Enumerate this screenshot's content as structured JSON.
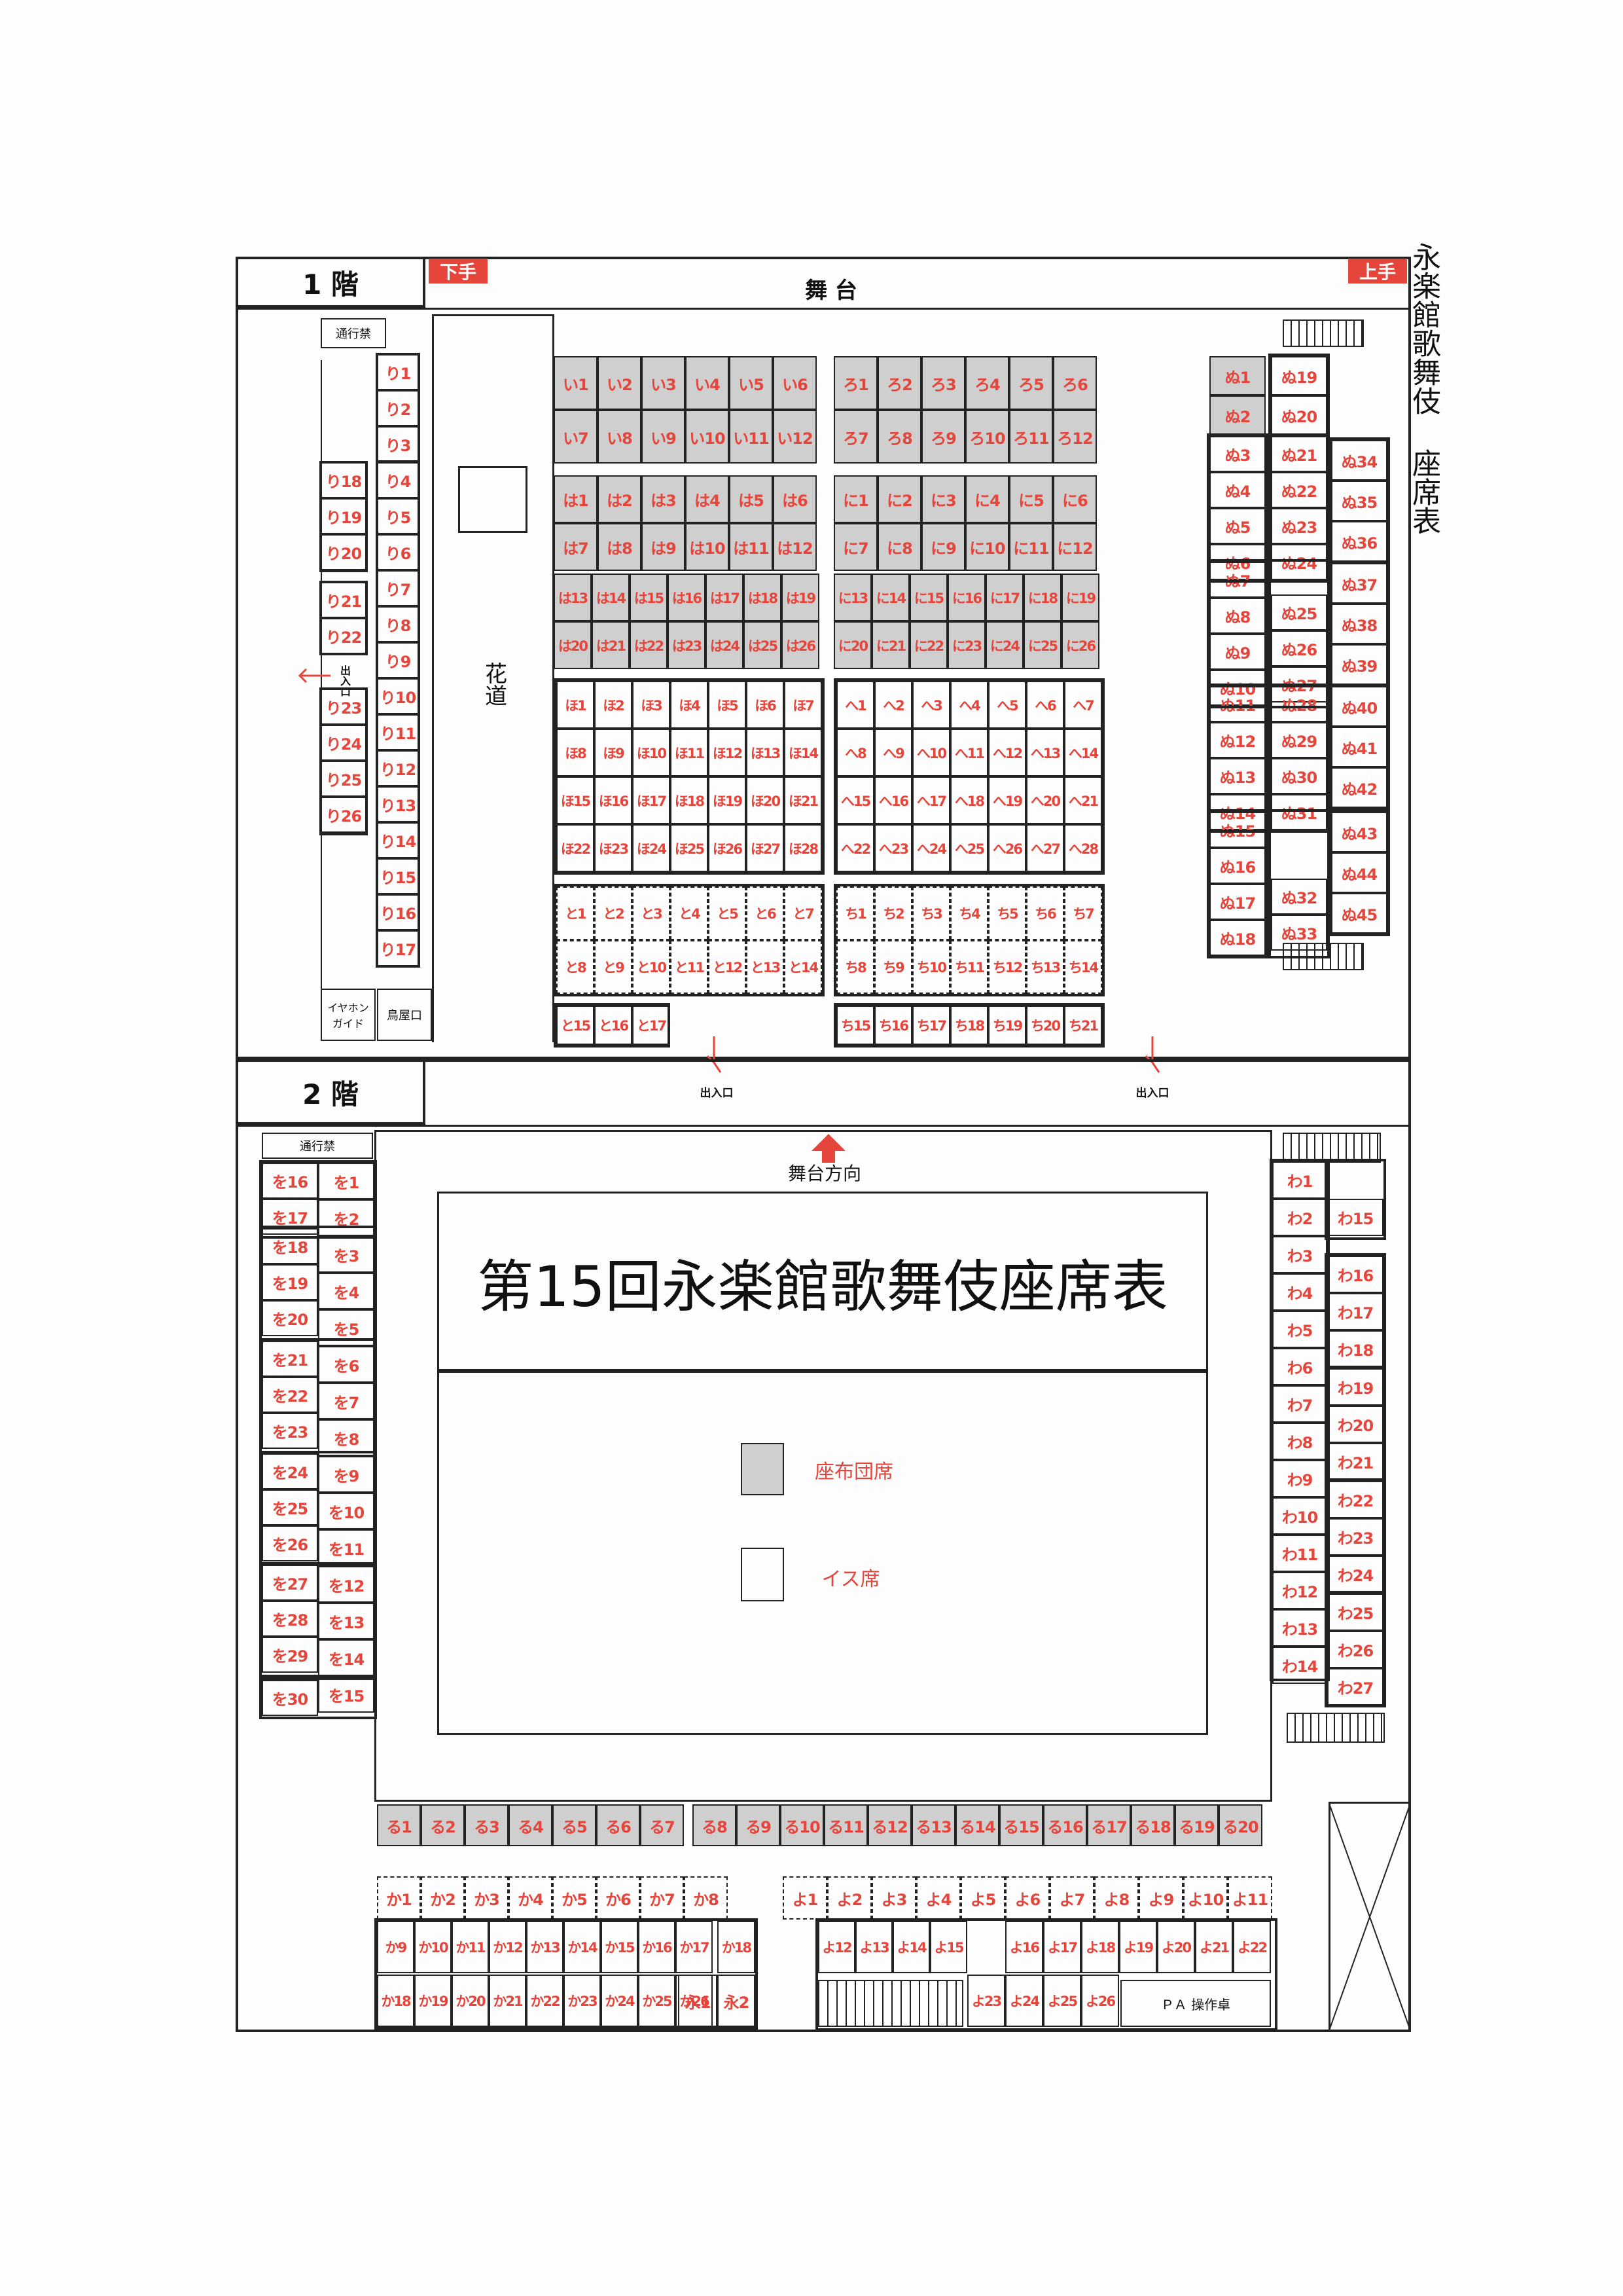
{
  "floor1": {
    "title": "1 階",
    "stage": "舞 台",
    "stage_left": "下手",
    "stage_right": "上手",
    "no_pass": "通行禁",
    "hanamichi": "花道",
    "exit_side": "出入口",
    "earphone": "イヤホンガイド",
    "torii": "鳥屋口",
    "exit": "出入口"
  },
  "floor2": {
    "title": "2 階",
    "no_pass": "通行禁",
    "stage_direction": "舞台方向",
    "main_title": "第15回永楽館歌舞伎座席表",
    "legend_zabuton": "座布団席",
    "legend_chair": "イス席",
    "pa": "ＰＡ 操作卓"
  },
  "side_title": "永楽館歌舞伎 座席表",
  "colors": {
    "seat_text": "#e5453a",
    "zabuton": "#cfcfcf",
    "line": "#222222"
  },
  "icons": [
    "up-arrow-icon",
    "exit-arrow-icon",
    "stairs-icon"
  ],
  "seats": {
    "ri_inner": [
      "り1",
      "り2",
      "り3",
      "り4",
      "り5",
      "り6",
      "り7",
      "り8",
      "り9",
      "り10",
      "り11",
      "り12",
      "り13",
      "り14",
      "り15",
      "り16",
      "り17"
    ],
    "ri_outer": [
      "り18",
      "り19",
      "り20",
      "り21",
      "り22",
      "り23",
      "り24",
      "り25",
      "り26"
    ],
    "i": [
      "い1",
      "い2",
      "い3",
      "い4",
      "い5",
      "い6",
      "い7",
      "い8",
      "い9",
      "い10",
      "い11",
      "い12"
    ],
    "ro": [
      "ろ1",
      "ろ2",
      "ろ3",
      "ろ4",
      "ろ5",
      "ろ6",
      "ろ7",
      "ろ8",
      "ろ9",
      "ろ10",
      "ろ11",
      "ろ12"
    ],
    "ha": [
      "は1",
      "は2",
      "は3",
      "は4",
      "は5",
      "は6",
      "は7",
      "は8",
      "は9",
      "は10",
      "は11",
      "は12",
      "は13",
      "は14",
      "は15",
      "は16",
      "は17",
      "は18",
      "は19",
      "は20",
      "は21",
      "は22",
      "は23",
      "は24",
      "は25",
      "は26"
    ],
    "ni": [
      "に1",
      "に2",
      "に3",
      "に4",
      "に5",
      "に6",
      "に7",
      "に8",
      "に9",
      "に10",
      "に11",
      "に12",
      "に13",
      "に14",
      "に15",
      "に16",
      "に17",
      "に18",
      "に19",
      "に20",
      "に21",
      "に22",
      "に23",
      "に24",
      "に25",
      "に26"
    ],
    "ho": [
      "ほ1",
      "ほ2",
      "ほ3",
      "ほ4",
      "ほ5",
      "ほ6",
      "ほ7",
      "ほ8",
      "ほ9",
      "ほ10",
      "ほ11",
      "ほ12",
      "ほ13",
      "ほ14",
      "ほ15",
      "ほ16",
      "ほ17",
      "ほ18",
      "ほ19",
      "ほ20",
      "ほ21",
      "ほ22",
      "ほ23",
      "ほ24",
      "ほ25",
      "ほ26",
      "ほ27",
      "ほ28"
    ],
    "he": [
      "へ1",
      "へ2",
      "へ3",
      "へ4",
      "へ5",
      "へ6",
      "へ7",
      "へ8",
      "へ9",
      "へ10",
      "へ11",
      "へ12",
      "へ13",
      "へ14",
      "へ15",
      "へ16",
      "へ17",
      "へ18",
      "へ19",
      "へ20",
      "へ21",
      "へ22",
      "へ23",
      "へ24",
      "へ25",
      "へ26",
      "へ27",
      "へ28"
    ],
    "to": [
      "と1",
      "と2",
      "と3",
      "と4",
      "と5",
      "と6",
      "と7",
      "と8",
      "と9",
      "と10",
      "と11",
      "と12",
      "と13",
      "と14",
      "と15",
      "と16",
      "と17"
    ],
    "chi": [
      "ち1",
      "ち2",
      "ち3",
      "ち4",
      "ち5",
      "ち6",
      "ち7",
      "ち8",
      "ち9",
      "ち10",
      "ち11",
      "ち12",
      "ち13",
      "ち14",
      "ち15",
      "ち16",
      "ち17",
      "ち18",
      "ち19",
      "ち20",
      "ち21"
    ],
    "nu_inner": [
      "ぬ1",
      "ぬ2",
      "ぬ3",
      "ぬ4",
      "ぬ5",
      "ぬ6",
      "ぬ7",
      "ぬ8",
      "ぬ9",
      "ぬ10",
      "ぬ11",
      "ぬ12",
      "ぬ13",
      "ぬ14",
      "ぬ15",
      "ぬ16",
      "ぬ17",
      "ぬ18"
    ],
    "nu_mid": [
      "ぬ19",
      "ぬ20",
      "ぬ21",
      "ぬ22",
      "ぬ23",
      "ぬ24",
      "ぬ25",
      "ぬ26",
      "ぬ27",
      "ぬ28",
      "ぬ29",
      "ぬ30",
      "ぬ31",
      "ぬ32",
      "ぬ33"
    ],
    "nu_outer": [
      "ぬ34",
      "ぬ35",
      "ぬ36",
      "ぬ37",
      "ぬ38",
      "ぬ39",
      "ぬ40",
      "ぬ41",
      "ぬ42",
      "ぬ43",
      "ぬ44",
      "ぬ45"
    ],
    "wo_outer": [
      "を16",
      "を17",
      "を18",
      "を19",
      "を20",
      "を21",
      "を22",
      "を23",
      "を24",
      "を25",
      "を26",
      "を27",
      "を28",
      "を29",
      "を30"
    ],
    "wo_inner": [
      "を1",
      "を2",
      "を3",
      "を4",
      "を5",
      "を6",
      "を7",
      "を8",
      "を9",
      "を10",
      "を11",
      "を12",
      "を13",
      "を14",
      "を15"
    ],
    "wa_inner": [
      "わ1",
      "わ2",
      "わ3",
      "わ4",
      "わ5",
      "わ6",
      "わ7",
      "わ8",
      "わ9",
      "わ10",
      "わ11",
      "わ12",
      "わ13",
      "わ14"
    ],
    "wa_outer": [
      "わ15",
      "わ16",
      "わ17",
      "わ18",
      "わ19",
      "わ20",
      "わ21",
      "わ22",
      "わ23",
      "わ24",
      "わ25",
      "わ26",
      "わ27"
    ],
    "ru": [
      "る1",
      "る2",
      "る3",
      "る4",
      "る5",
      "る6",
      "る7",
      "る8",
      "る9",
      "る10",
      "る11",
      "る12",
      "る13",
      "る14",
      "る15",
      "る16",
      "る17",
      "る18",
      "る19",
      "る20"
    ],
    "ka": [
      "か1",
      "か2",
      "か3",
      "か4",
      "か5",
      "か6",
      "か7",
      "か8",
      "か9",
      "か10",
      "か11",
      "か12",
      "か13",
      "か14",
      "か15",
      "か16",
      "か17",
      "か18",
      "か19",
      "か20",
      "か21",
      "か22",
      "か23",
      "か24",
      "か25",
      "か26"
    ],
    "ei": [
      "永1",
      "永2"
    ],
    "yo": [
      "よ1",
      "よ2",
      "よ3",
      "よ4",
      "よ5",
      "よ6",
      "よ7",
      "よ8",
      "よ9",
      "よ10",
      "よ11",
      "よ12",
      "よ13",
      "よ14",
      "よ15",
      "よ16",
      "よ17",
      "よ18",
      "よ19",
      "よ20",
      "よ21",
      "よ22",
      "よ23",
      "よ24",
      "よ25",
      "よ26"
    ]
  }
}
